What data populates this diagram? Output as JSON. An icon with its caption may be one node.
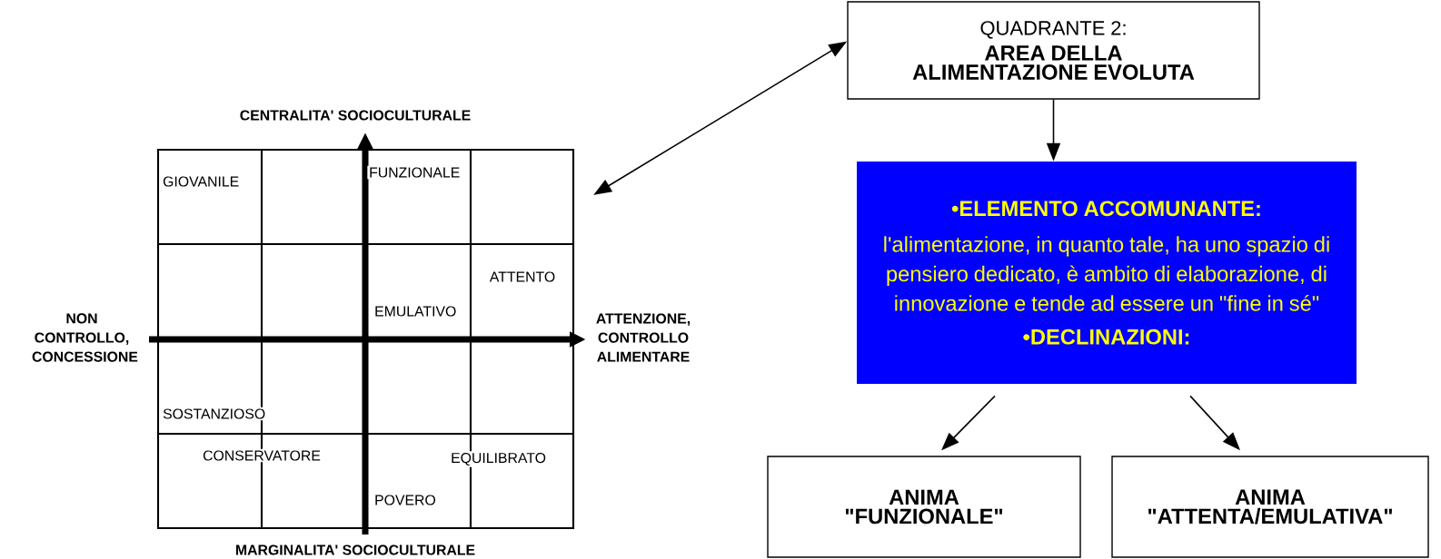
{
  "diagram": {
    "nodes": [
      {
        "text": [],
        "shape": "box"
      },
      {
        "text": [
          "QUADRANTE 2:",
          "AREA DELLA ALIMENTAZIONE EVOLUTA"
        ]
      },
      {
        "text": [
          "•ELEMENTO ACCOMUNANTE:",
          "l'alimentazione, in quanto tale, ha uno spazio di pensiero dedicato, è ambito di elaborazione, di innovazione e tende ad essere un \"fine in sé\"",
          "•DECLINAZIONI:"
        ]
      },
      {
        "text": [
          "ANIMA \"FUNZIONALE\""
        ]
      },
      {
        "text": [
          "ANIMA \"ATTENTA/EMULATIVA\""
        ]
      }
    ],
    "edges": [
      {
        "from": 0,
        "to": 1,
        "arrow": "both"
      },
      {
        "from": 1,
        "to": 2,
        "arrow": "to"
      },
      {
        "from": 2,
        "to": 3,
        "arrow": "to"
      },
      {
        "from": 2,
        "to": 4,
        "arrow": "to"
      }
    ],
    "labels": [
      "CENTRALITA' SOCIOCULTURALE",
      "GIOVANILE",
      "FUNZIONALE",
      "ATTENTO",
      "NON CONTROLLO, CONCESSIONE",
      "EMULATIVO",
      "ATTENZIONE, CONTROLLO ALIMENTARE",
      "SOSTANZIOSO",
      "CONSERVATORE",
      "EQUILIBRATO",
      "POVERO",
      "MARGINALITA' SOCIOCULTURALE"
    ]
  }
}
